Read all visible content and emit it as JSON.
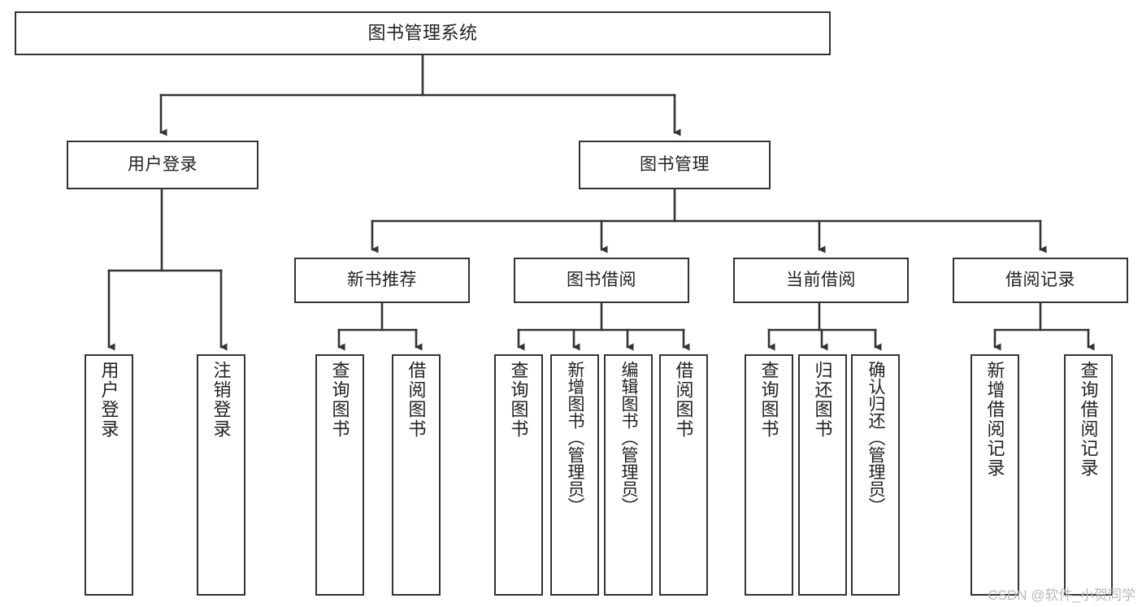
{
  "diagram": {
    "type": "tree-hierarchy-flowchart",
    "title": "图书管理系统",
    "watermark": "CSDN @软件_小贺同学",
    "colors": {
      "box_border": "#333333",
      "box_fill": "#ffffff",
      "connector": "#333333",
      "text": "#222222",
      "watermark": "#b9b9b9",
      "background": "#ffffff"
    },
    "root": {
      "id": "root",
      "label": "图书管理系统"
    },
    "level1": [
      {
        "id": "user-login",
        "label": "用户登录"
      },
      {
        "id": "book-manage",
        "label": "图书管理"
      }
    ],
    "level2": [
      {
        "id": "new-book-recommend",
        "label": "新书推荐",
        "parent": "book-manage"
      },
      {
        "id": "book-borrow",
        "label": "图书借阅",
        "parent": "book-manage"
      },
      {
        "id": "current-borrow",
        "label": "当前借阅",
        "parent": "book-manage"
      },
      {
        "id": "borrow-record",
        "label": "借阅记录",
        "parent": "book-manage"
      }
    ],
    "leaves": [
      {
        "id": "leaf-user-login",
        "label": "用户登录",
        "parent": "user-login"
      },
      {
        "id": "leaf-logout",
        "label": "注销登录",
        "parent": "user-login"
      },
      {
        "id": "leaf-query-book-1",
        "label": "查询图书",
        "parent": "new-book-recommend"
      },
      {
        "id": "leaf-borrow-book-1",
        "label": "借阅图书",
        "parent": "new-book-recommend"
      },
      {
        "id": "leaf-query-book-2",
        "label": "查询图书",
        "parent": "book-borrow"
      },
      {
        "id": "leaf-add-book",
        "label": "新增图书（管理员）",
        "parent": "book-borrow"
      },
      {
        "id": "leaf-edit-book",
        "label": "编辑图书（管理员）",
        "parent": "book-borrow"
      },
      {
        "id": "leaf-borrow-book-2",
        "label": "借阅图书",
        "parent": "book-borrow"
      },
      {
        "id": "leaf-query-book-3",
        "label": "查询图书",
        "parent": "current-borrow"
      },
      {
        "id": "leaf-return-book",
        "label": "归还图书",
        "parent": "current-borrow"
      },
      {
        "id": "leaf-confirm-return",
        "label": "确认归还（管理员）",
        "parent": "current-borrow"
      },
      {
        "id": "leaf-add-record",
        "label": "新增借阅记录",
        "parent": "borrow-record"
      },
      {
        "id": "leaf-query-record",
        "label": "查询借阅记录",
        "parent": "borrow-record"
      }
    ]
  }
}
